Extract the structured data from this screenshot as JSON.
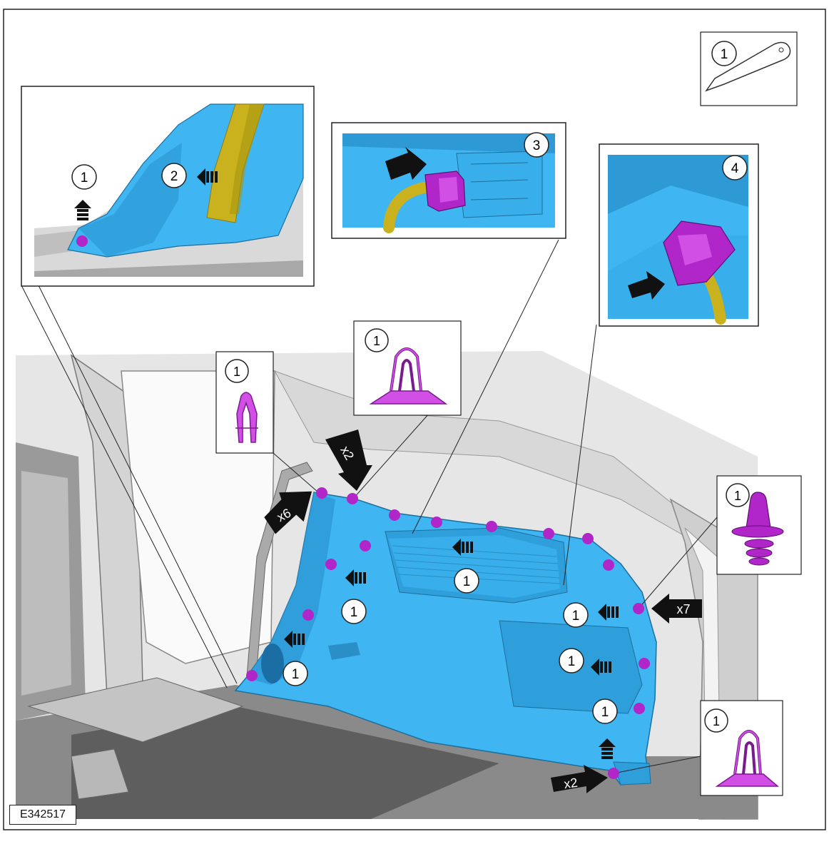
{
  "figure_id": "E342517",
  "callouts": {
    "tool": "1",
    "inset_left_a": "1",
    "inset_left_b": "2",
    "inset_connector_3": "3",
    "inset_connector_4": "4",
    "clip_a": "1",
    "clip_b": "1",
    "clip_c": "1",
    "clip_d": "1",
    "main_a": "1",
    "main_b": "1",
    "main_c": "1",
    "main_d": "1",
    "main_e": "1",
    "main_f": "1"
  },
  "multipliers": {
    "x6": "x6",
    "x2_top": "x2",
    "x7": "x7",
    "x2_bottom": "x2"
  },
  "colors": {
    "panel": "#3fb6f2",
    "panel_dark": "#1f8fcc",
    "clip": "#b026c8",
    "harness": "#c9b21e",
    "frame": "#222222",
    "gray": "#cfcfcf"
  },
  "icons": [
    "arrow-icon",
    "pull-direction-icon",
    "trim-tool-icon",
    "clip-icon",
    "push-pin-icon"
  ]
}
